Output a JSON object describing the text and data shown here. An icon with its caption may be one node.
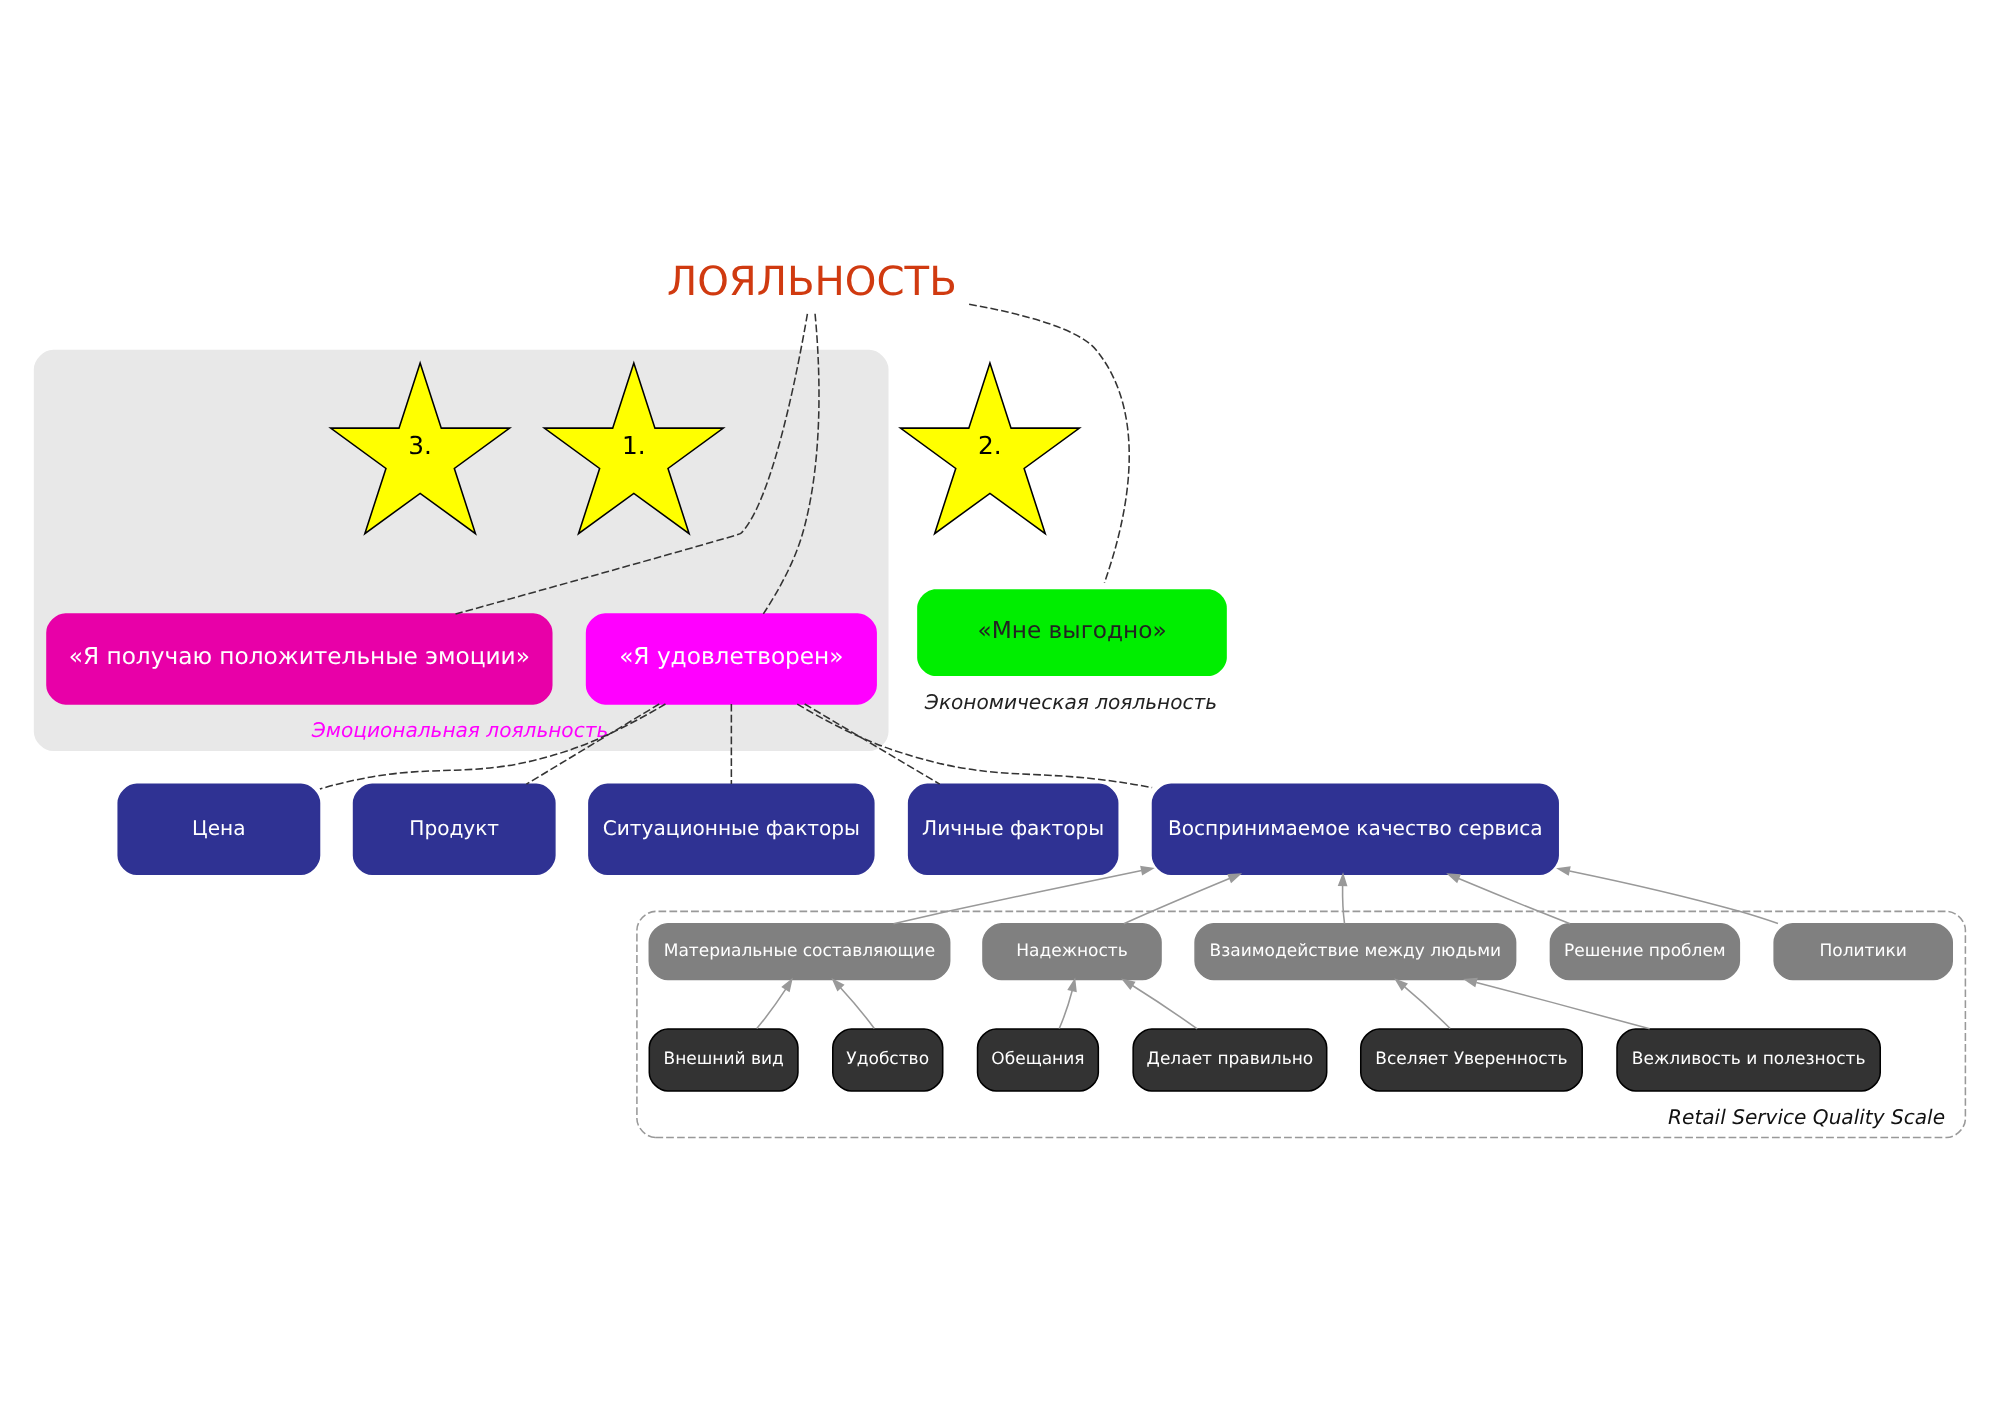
{
  "diagram": {
    "nodes": [
      {
        "text": [
          "ЛОЯЛЬНОСТЬ"
        ]
      },
      {
        "text": [
          "Эмоциональная лояльность"
        ]
      },
      {
        "text": [
          "3."
        ],
        "in": 1
      },
      {
        "text": [
          "«Я получаю положительные эмоции»"
        ],
        "in": 1
      },
      {
        "text": [
          "1."
        ],
        "in": 1
      },
      {
        "text": [
          "«Я удовлетворен»"
        ],
        "in": 1
      },
      {
        "text": [
          "2."
        ]
      },
      {
        "text": [
          "«Мне выгодно»"
        ],
        "beside": [
          "Экономическая лояльность"
        ]
      },
      {
        "text": [
          "Цена"
        ]
      },
      {
        "text": [
          "Продукт"
        ]
      },
      {
        "text": [
          "Ситуационные факторы"
        ]
      },
      {
        "text": [
          "Личные факторы"
        ]
      },
      {
        "text": [
          "Воспринимаемое качество сервиса"
        ]
      },
      {
        "text": [
          "Retail Service Quality Scale"
        ]
      },
      {
        "text": [
          "Материальные составляющие"
        ],
        "in": 13
      },
      {
        "text": [
          "Надежность"
        ],
        "in": 13
      },
      {
        "text": [
          "Взаимодействие между людьми"
        ],
        "in": 13
      },
      {
        "text": [
          "Решение проблем"
        ],
        "in": 13
      },
      {
        "text": [
          "Политики"
        ],
        "in": 13
      },
      {
        "text": [
          "Внешний вид"
        ],
        "in": 13
      },
      {
        "text": [
          "Удобство"
        ],
        "in": 13
      },
      {
        "text": [
          "Обещания"
        ],
        "in": 13
      },
      {
        "text": [
          "Делает правильно"
        ],
        "in": 13
      },
      {
        "text": [
          "Вселяет Уверенность"
        ],
        "in": 13
      },
      {
        "text": [
          "Вежливость и полезность"
        ],
        "in": 13
      }
    ],
    "edges": [
      {
        "from": 0,
        "to": 3,
        "arrow": "none",
        "style": "dashed",
        "color": "#333333"
      },
      {
        "from": 0,
        "to": 5,
        "arrow": "none",
        "style": "dashed",
        "color": "#333333"
      },
      {
        "from": 0,
        "to": 7,
        "arrow": "none",
        "style": "dashed",
        "color": "#333333"
      },
      {
        "from": 5,
        "to": 8,
        "arrow": "none",
        "style": "dashed",
        "color": "#333333"
      },
      {
        "from": 5,
        "to": 9,
        "arrow": "none",
        "style": "dashed",
        "color": "#333333"
      },
      {
        "from": 5,
        "to": 10,
        "arrow": "none",
        "style": "dashed",
        "color": "#333333"
      },
      {
        "from": 5,
        "to": 11,
        "arrow": "none",
        "style": "dashed",
        "color": "#333333"
      },
      {
        "from": 5,
        "to": 12,
        "arrow": "none",
        "style": "dashed",
        "color": "#333333"
      },
      {
        "from": 14,
        "to": 12,
        "arrow": "to"
      },
      {
        "from": 15,
        "to": 12,
        "arrow": "to"
      },
      {
        "from": 16,
        "to": 12,
        "arrow": "to"
      },
      {
        "from": 17,
        "to": 12,
        "arrow": "to"
      },
      {
        "from": 18,
        "to": 12,
        "arrow": "to"
      },
      {
        "from": 19,
        "to": 14,
        "arrow": "to"
      },
      {
        "from": 20,
        "to": 14,
        "arrow": "to"
      },
      {
        "from": 21,
        "to": 15,
        "arrow": "to"
      },
      {
        "from": 22,
        "to": 15,
        "arrow": "to"
      },
      {
        "from": 23,
        "to": 16,
        "arrow": "to"
      },
      {
        "from": 24,
        "to": 16,
        "arrow": "to"
      }
    ]
  }
}
